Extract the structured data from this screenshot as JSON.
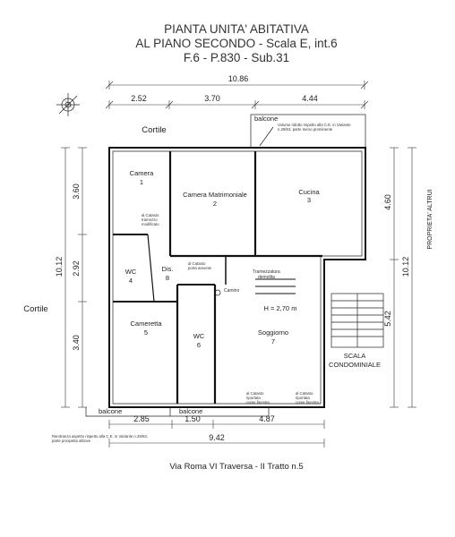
{
  "title": {
    "line1": "PIANTA UNITA' ABITATIVA",
    "line2": "AL PIANO SECONDO - Scala E, int.6",
    "line3": "F.6 - P.830 - Sub.31"
  },
  "dimensions": {
    "top_total": "10.86",
    "top_seg1": "2.52",
    "top_seg2": "3.70",
    "top_seg3": "4.44",
    "left_total": "10.12",
    "left_seg1": "3.60",
    "left_seg2": "2.92",
    "left_seg3": "3.40",
    "right_total": "10.12",
    "right_seg1": "4.60",
    "right_seg2": "5.42",
    "bottom_seg1": "2.85",
    "bottom_seg2": "1.50",
    "bottom_seg3": "4.87",
    "bottom_total": "9.42"
  },
  "labels": {
    "cortile_top": "Cortile",
    "cortile_left": "Cortile",
    "balcone_top": "balcone",
    "balcone_bottom_left": "balcone",
    "balcone_bottom_mid": "balcone",
    "proprieta_altrui": "PROPRIETA' ALTRUI",
    "scala": "SCALA",
    "condominiale": "CONDOMINIALE",
    "height": "H = 2,70 m",
    "camino": "Camino",
    "address": "Via Roma VI Traversa - II Tratto n.5"
  },
  "rooms": {
    "camera": "Camera",
    "camera_n": "1",
    "matrimoniale": "Camera Matrimoniale",
    "matrimoniale_n": "2",
    "cucina": "Cucina",
    "cucina_n": "3",
    "wc4": "WC",
    "wc4_n": "4",
    "dis": "Dis.",
    "dis_n": "8",
    "cameretta": "Cameretta",
    "cameretta_n": "5",
    "wc6": "WC",
    "wc6_n": "6",
    "soggiorno": "Soggiorno",
    "soggiorno_n": "7"
  },
  "notes": {
    "catasto_tramezzo_1": "al Catasto",
    "catasto_tramezzo_2": "tramezzo",
    "catasto_tramezzo_3": "modificato",
    "catasto_porta_1": "al Catasto",
    "catasto_porta_2": "porta assente",
    "tramezzatura_1": "Tramezzatura",
    "tramezzatura_2": "demolita",
    "balcone_note_1": "Volume ridotto rispetto alla C.E. in Variante",
    "balcone_note_2": "n.29/63, parte meno prominente",
    "catasto_finestra_1": "al Catasto",
    "catasto_finestra_2": "riportata",
    "catasto_finestra_3": "come finestra",
    "catasto_porta_finestra_1": "al Catasto",
    "catasto_porta_finestra_2": "riportata",
    "catasto_porta_finestra_3": "come finestra",
    "bottom_note_1": "Rientranza aspetto rispetto alla C.E. in Variante n.29/63,",
    "bottom_note_2": "parte prospetta altrove"
  },
  "icons": {
    "north": "north-arrow-icon"
  }
}
